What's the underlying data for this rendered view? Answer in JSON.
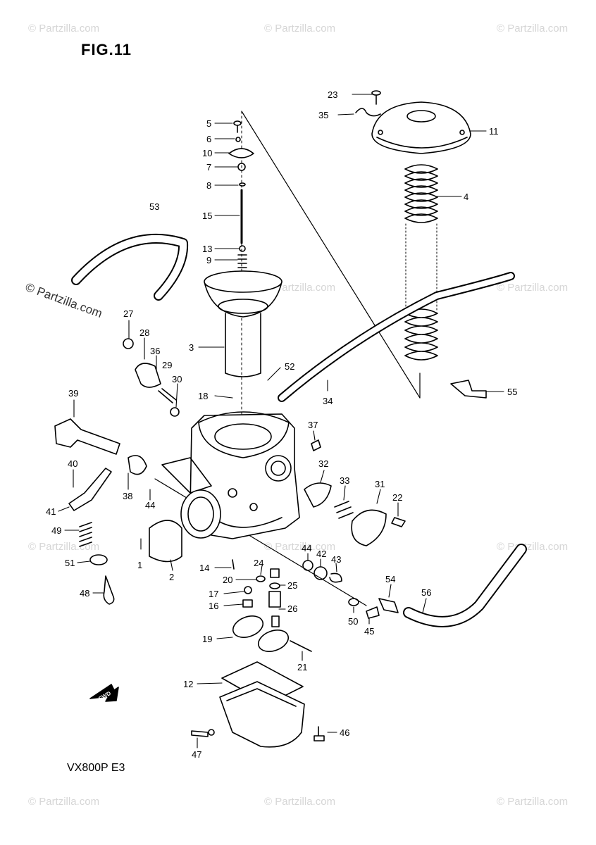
{
  "figure": {
    "title": "FIG.11",
    "model": "VX800P E3"
  },
  "watermark": {
    "text": "© Partzilla.com",
    "main_text": "© Partzilla.com"
  },
  "front_marker": {
    "text": "FWD",
    "icon": "front-arrow-icon"
  },
  "labels": [
    {
      "id": "l23",
      "text": "23"
    },
    {
      "id": "l35",
      "text": "35"
    },
    {
      "id": "l11",
      "text": "11"
    },
    {
      "id": "l5",
      "text": "5"
    },
    {
      "id": "l6",
      "text": "6"
    },
    {
      "id": "l10",
      "text": "10"
    },
    {
      "id": "l7",
      "text": "7"
    },
    {
      "id": "l8",
      "text": "8"
    },
    {
      "id": "l4",
      "text": "4"
    },
    {
      "id": "l53",
      "text": "53"
    },
    {
      "id": "l15",
      "text": "15"
    },
    {
      "id": "l13",
      "text": "13"
    },
    {
      "id": "l9",
      "text": "9"
    },
    {
      "id": "l27",
      "text": "27"
    },
    {
      "id": "l28",
      "text": "28"
    },
    {
      "id": "l36",
      "text": "36"
    },
    {
      "id": "l29",
      "text": "29"
    },
    {
      "id": "l3",
      "text": "3"
    },
    {
      "id": "l52",
      "text": "52"
    },
    {
      "id": "l30",
      "text": "30"
    },
    {
      "id": "l18",
      "text": "18"
    },
    {
      "id": "l34",
      "text": "34"
    },
    {
      "id": "l55",
      "text": "55"
    },
    {
      "id": "l39",
      "text": "39"
    },
    {
      "id": "l37",
      "text": "37"
    },
    {
      "id": "l40",
      "text": "40"
    },
    {
      "id": "l32",
      "text": "32"
    },
    {
      "id": "l33",
      "text": "33"
    },
    {
      "id": "l31",
      "text": "31"
    },
    {
      "id": "l38",
      "text": "38"
    },
    {
      "id": "l44a",
      "text": "44"
    },
    {
      "id": "l22",
      "text": "22"
    },
    {
      "id": "l41",
      "text": "41"
    },
    {
      "id": "l49",
      "text": "49"
    },
    {
      "id": "l1",
      "text": "1"
    },
    {
      "id": "l2",
      "text": "2"
    },
    {
      "id": "l44b",
      "text": "44"
    },
    {
      "id": "l42",
      "text": "42"
    },
    {
      "id": "l43",
      "text": "43"
    },
    {
      "id": "l51",
      "text": "51"
    },
    {
      "id": "l14",
      "text": "14"
    },
    {
      "id": "l24",
      "text": "24"
    },
    {
      "id": "l54",
      "text": "54"
    },
    {
      "id": "l56",
      "text": "56"
    },
    {
      "id": "l20",
      "text": "20"
    },
    {
      "id": "l25",
      "text": "25"
    },
    {
      "id": "l48",
      "text": "48"
    },
    {
      "id": "l17",
      "text": "17"
    },
    {
      "id": "l16",
      "text": "16"
    },
    {
      "id": "l26",
      "text": "26"
    },
    {
      "id": "l50",
      "text": "50"
    },
    {
      "id": "l45",
      "text": "45"
    },
    {
      "id": "l19",
      "text": "19"
    },
    {
      "id": "l21",
      "text": "21"
    },
    {
      "id": "l12",
      "text": "12"
    },
    {
      "id": "l46",
      "text": "46"
    },
    {
      "id": "l47",
      "text": "47"
    }
  ]
}
